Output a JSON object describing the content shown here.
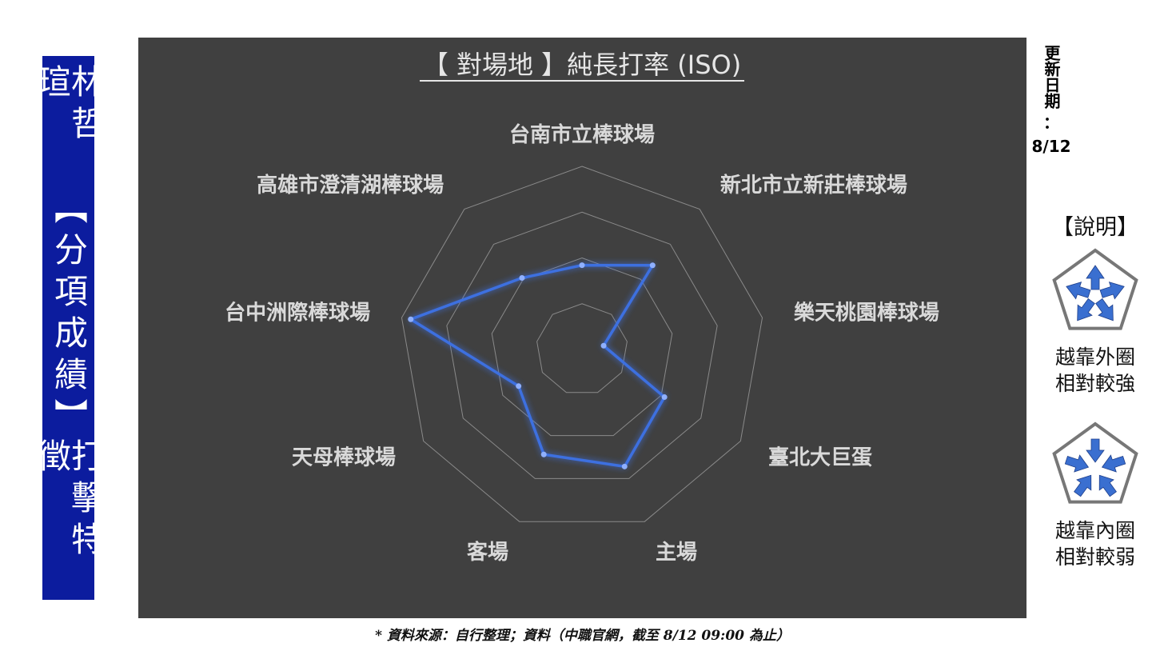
{
  "side_banner": {
    "name": "林哲瑄",
    "section": "【分項成績】",
    "topic": "打擊特徵",
    "bg_color": "#0c1c9e"
  },
  "update": {
    "label": "更新日期",
    "colon": "：",
    "date": "8/12"
  },
  "legend": {
    "title": "【說明】",
    "outer_line1": "越靠外圈",
    "outer_line2": "相對較強",
    "inner_line1": "越靠內圈",
    "inner_line2": "相對較弱",
    "arrow_color": "#3a6fd0"
  },
  "footnote": "* 資料來源：自行整理；資料（中職官網，截至 8/12 09:00 為止）",
  "chart_data": {
    "type": "radar",
    "title": "【 對場地 】純長打率 (ISO)",
    "categories": [
      "台南市立棒球場",
      "新北市立新莊棒球場",
      "樂天桃園棒球場",
      "臺北大巨蛋",
      "主場",
      "客場",
      "天母棒球場",
      "台中洲際棒球場",
      "高雄市澄清湖棒球場"
    ],
    "values": [
      0.46,
      0.6,
      0.12,
      0.52,
      0.68,
      0.61,
      0.4,
      0.95,
      0.51
    ],
    "rlim": [
      0,
      1
    ],
    "rings": 4,
    "line_color": "#3d6fe0",
    "grid_color": "#8a8a8a",
    "background": "#404040"
  }
}
